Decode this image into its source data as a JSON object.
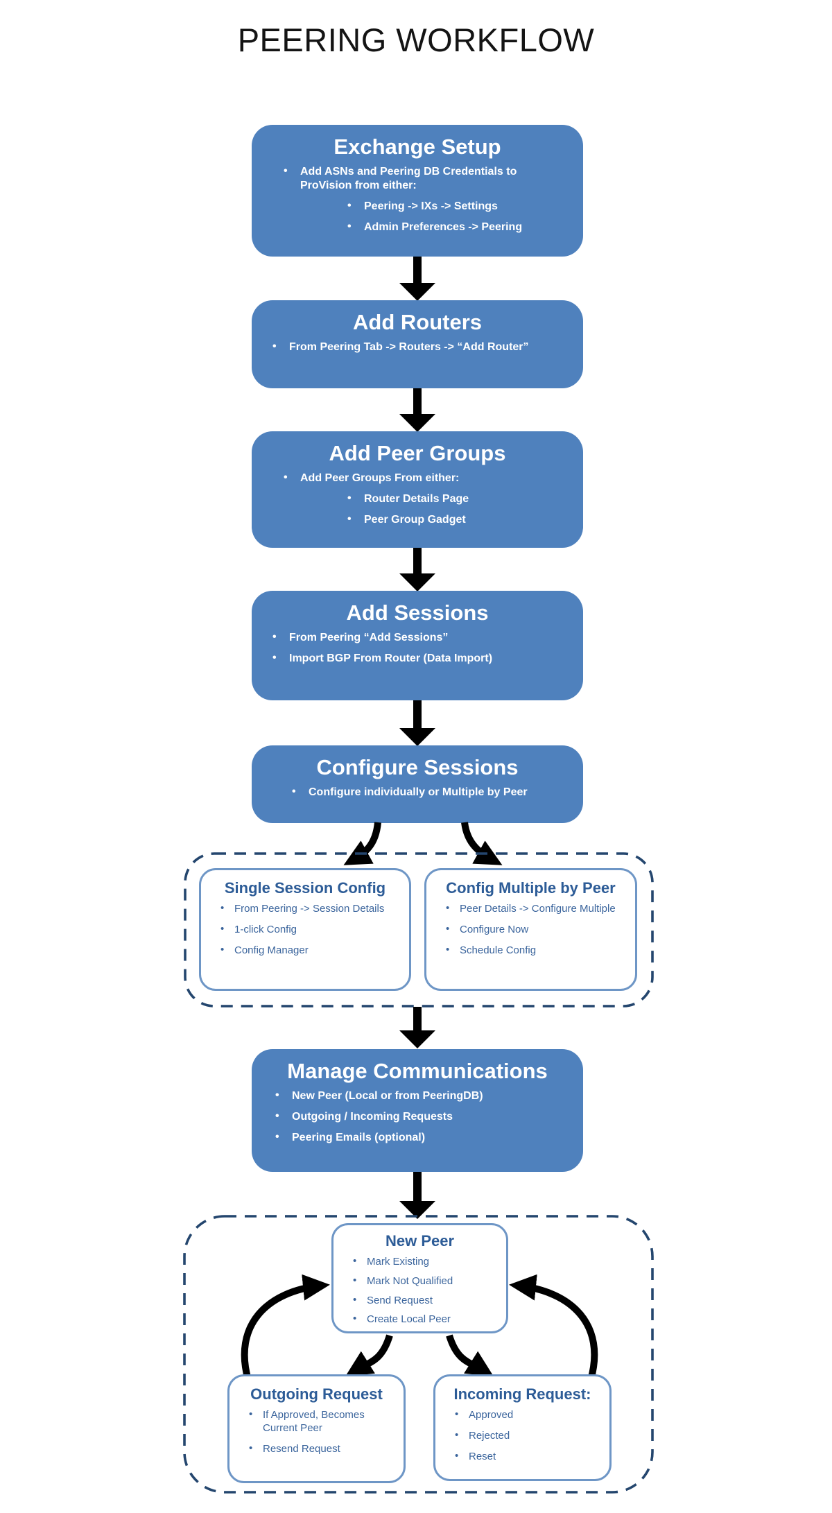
{
  "title": "PEERING WORKFLOW",
  "colors": {
    "box_fill_blue": "#4f81bd",
    "box_text_white": "#ffffff",
    "subbox_border_blue": "#6e96c6",
    "subbox_heading_blue": "#2d5c97",
    "subbox_text_blue": "#3a649c",
    "dashed_outline_navy": "#24466e",
    "arrow_black": "#000000",
    "title_black": "#141414"
  },
  "flow": [
    {
      "title": "Exchange Setup",
      "items": [
        "Add ASNs and Peering DB Credentials to ProVision from either:",
        "Peering -> IXs -> Settings",
        "Admin Preferences -> Peering"
      ]
    },
    {
      "title": "Add Routers",
      "items": [
        "From Peering Tab -> Routers -> “Add Router”"
      ]
    },
    {
      "title": "Add Peer Groups",
      "items": [
        "Add Peer Groups From either:",
        "Router Details Page",
        "Peer Group Gadget"
      ]
    },
    {
      "title": "Add Sessions",
      "items": [
        "From  Peering “Add Sessions”",
        "Import BGP From Router (Data Import)"
      ]
    },
    {
      "title": "Configure Sessions",
      "items": [
        "Configure individually or Multiple by Peer"
      ]
    },
    {
      "title": "Manage Communications",
      "items": [
        "New Peer (Local or from PeeringDB)",
        "Outgoing / Incoming Requests",
        "Peering Emails (optional)"
      ]
    }
  ],
  "config_group": {
    "single": {
      "title": "Single Session Config",
      "items": [
        "From Peering -> Session Details",
        "1-click Config",
        "Config Manager"
      ]
    },
    "multiple": {
      "title": "Config Multiple by Peer",
      "items": [
        "Peer Details -> Configure Multiple",
        "Configure Now",
        "Schedule Config"
      ]
    }
  },
  "comm_group": {
    "new_peer": {
      "title": "New Peer",
      "items": [
        "Mark Existing",
        "Mark Not Qualified",
        "Send Request",
        "Create Local Peer"
      ]
    },
    "outgoing": {
      "title": "Outgoing Request",
      "items": [
        "If Approved, Becomes Current Peer",
        "Resend Request"
      ]
    },
    "incoming": {
      "title": "Incoming Request:",
      "items": [
        "Approved",
        "Rejected",
        "Reset"
      ]
    }
  }
}
